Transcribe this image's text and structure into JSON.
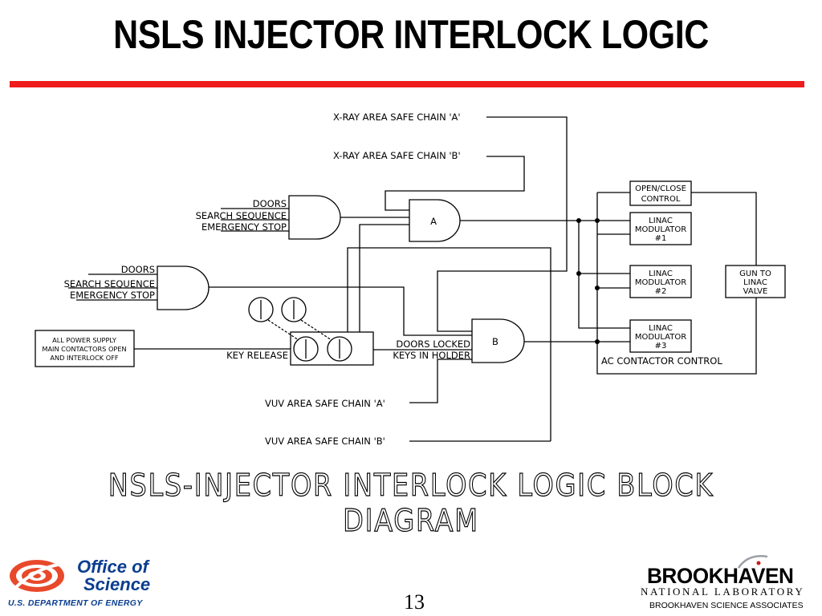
{
  "slide": {
    "title": "NSLS INJECTOR INTERLOCK LOGIC",
    "caption": "NSLS-INJECTOR INTERLOCK LOGIC BLOCK DIAGRAM",
    "page_number": "13",
    "accent_color": "#ee1c1c"
  },
  "diagram": {
    "inputs": {
      "xray_a": "X-RAY AREA SAFE CHAIN 'A'",
      "xray_b": "X-RAY AREA SAFE CHAIN 'B'",
      "vuv_a": "VUV AREA SAFE CHAIN 'A'",
      "vuv_b": "VUV AREA SAFE CHAIN 'B'"
    },
    "gate1_inputs": [
      "DOORS",
      "SEARCH SEQUENCE",
      "EMERGENCY STOP"
    ],
    "gate2_inputs": [
      "DOORS",
      "SEARCH SEQUENCE",
      "EMERGENCY STOP"
    ],
    "gate_a_label": "A",
    "gate_b_label": "B",
    "power_box": [
      "ALL POWER SUPPLY",
      "MAIN CONTACTORS OPEN",
      "AND INTERLOCK OFF"
    ],
    "key_release": "KEY RELEASE",
    "doors_locked": "DOORS LOCKED",
    "keys_in_holder": "KEYS IN HOLDER",
    "open_close": [
      "OPEN/CLOSE",
      "CONTROL"
    ],
    "modulator1": [
      "LINAC",
      "MODULATOR",
      "#1"
    ],
    "modulator2": [
      "LINAC",
      "MODULATOR",
      "#2"
    ],
    "modulator3": [
      "LINAC",
      "MODULATOR",
      "#3"
    ],
    "gun_valve": [
      "GUN TO",
      "LINAC",
      "VALVE"
    ],
    "ac_contactor": "AC CONTACTOR CONTROL"
  },
  "logos": {
    "office_line1": "Office of",
    "office_line2": "Science",
    "office_line3": "U.S. DEPARTMENT OF ENERGY",
    "office_color": "#0a3d8f",
    "bnl_name": "BROOKHAVEN",
    "bnl_sub": "NATIONAL LABORATORY",
    "bnl_assoc": "BROOKHAVEN SCIENCE ASSOCIATES"
  }
}
